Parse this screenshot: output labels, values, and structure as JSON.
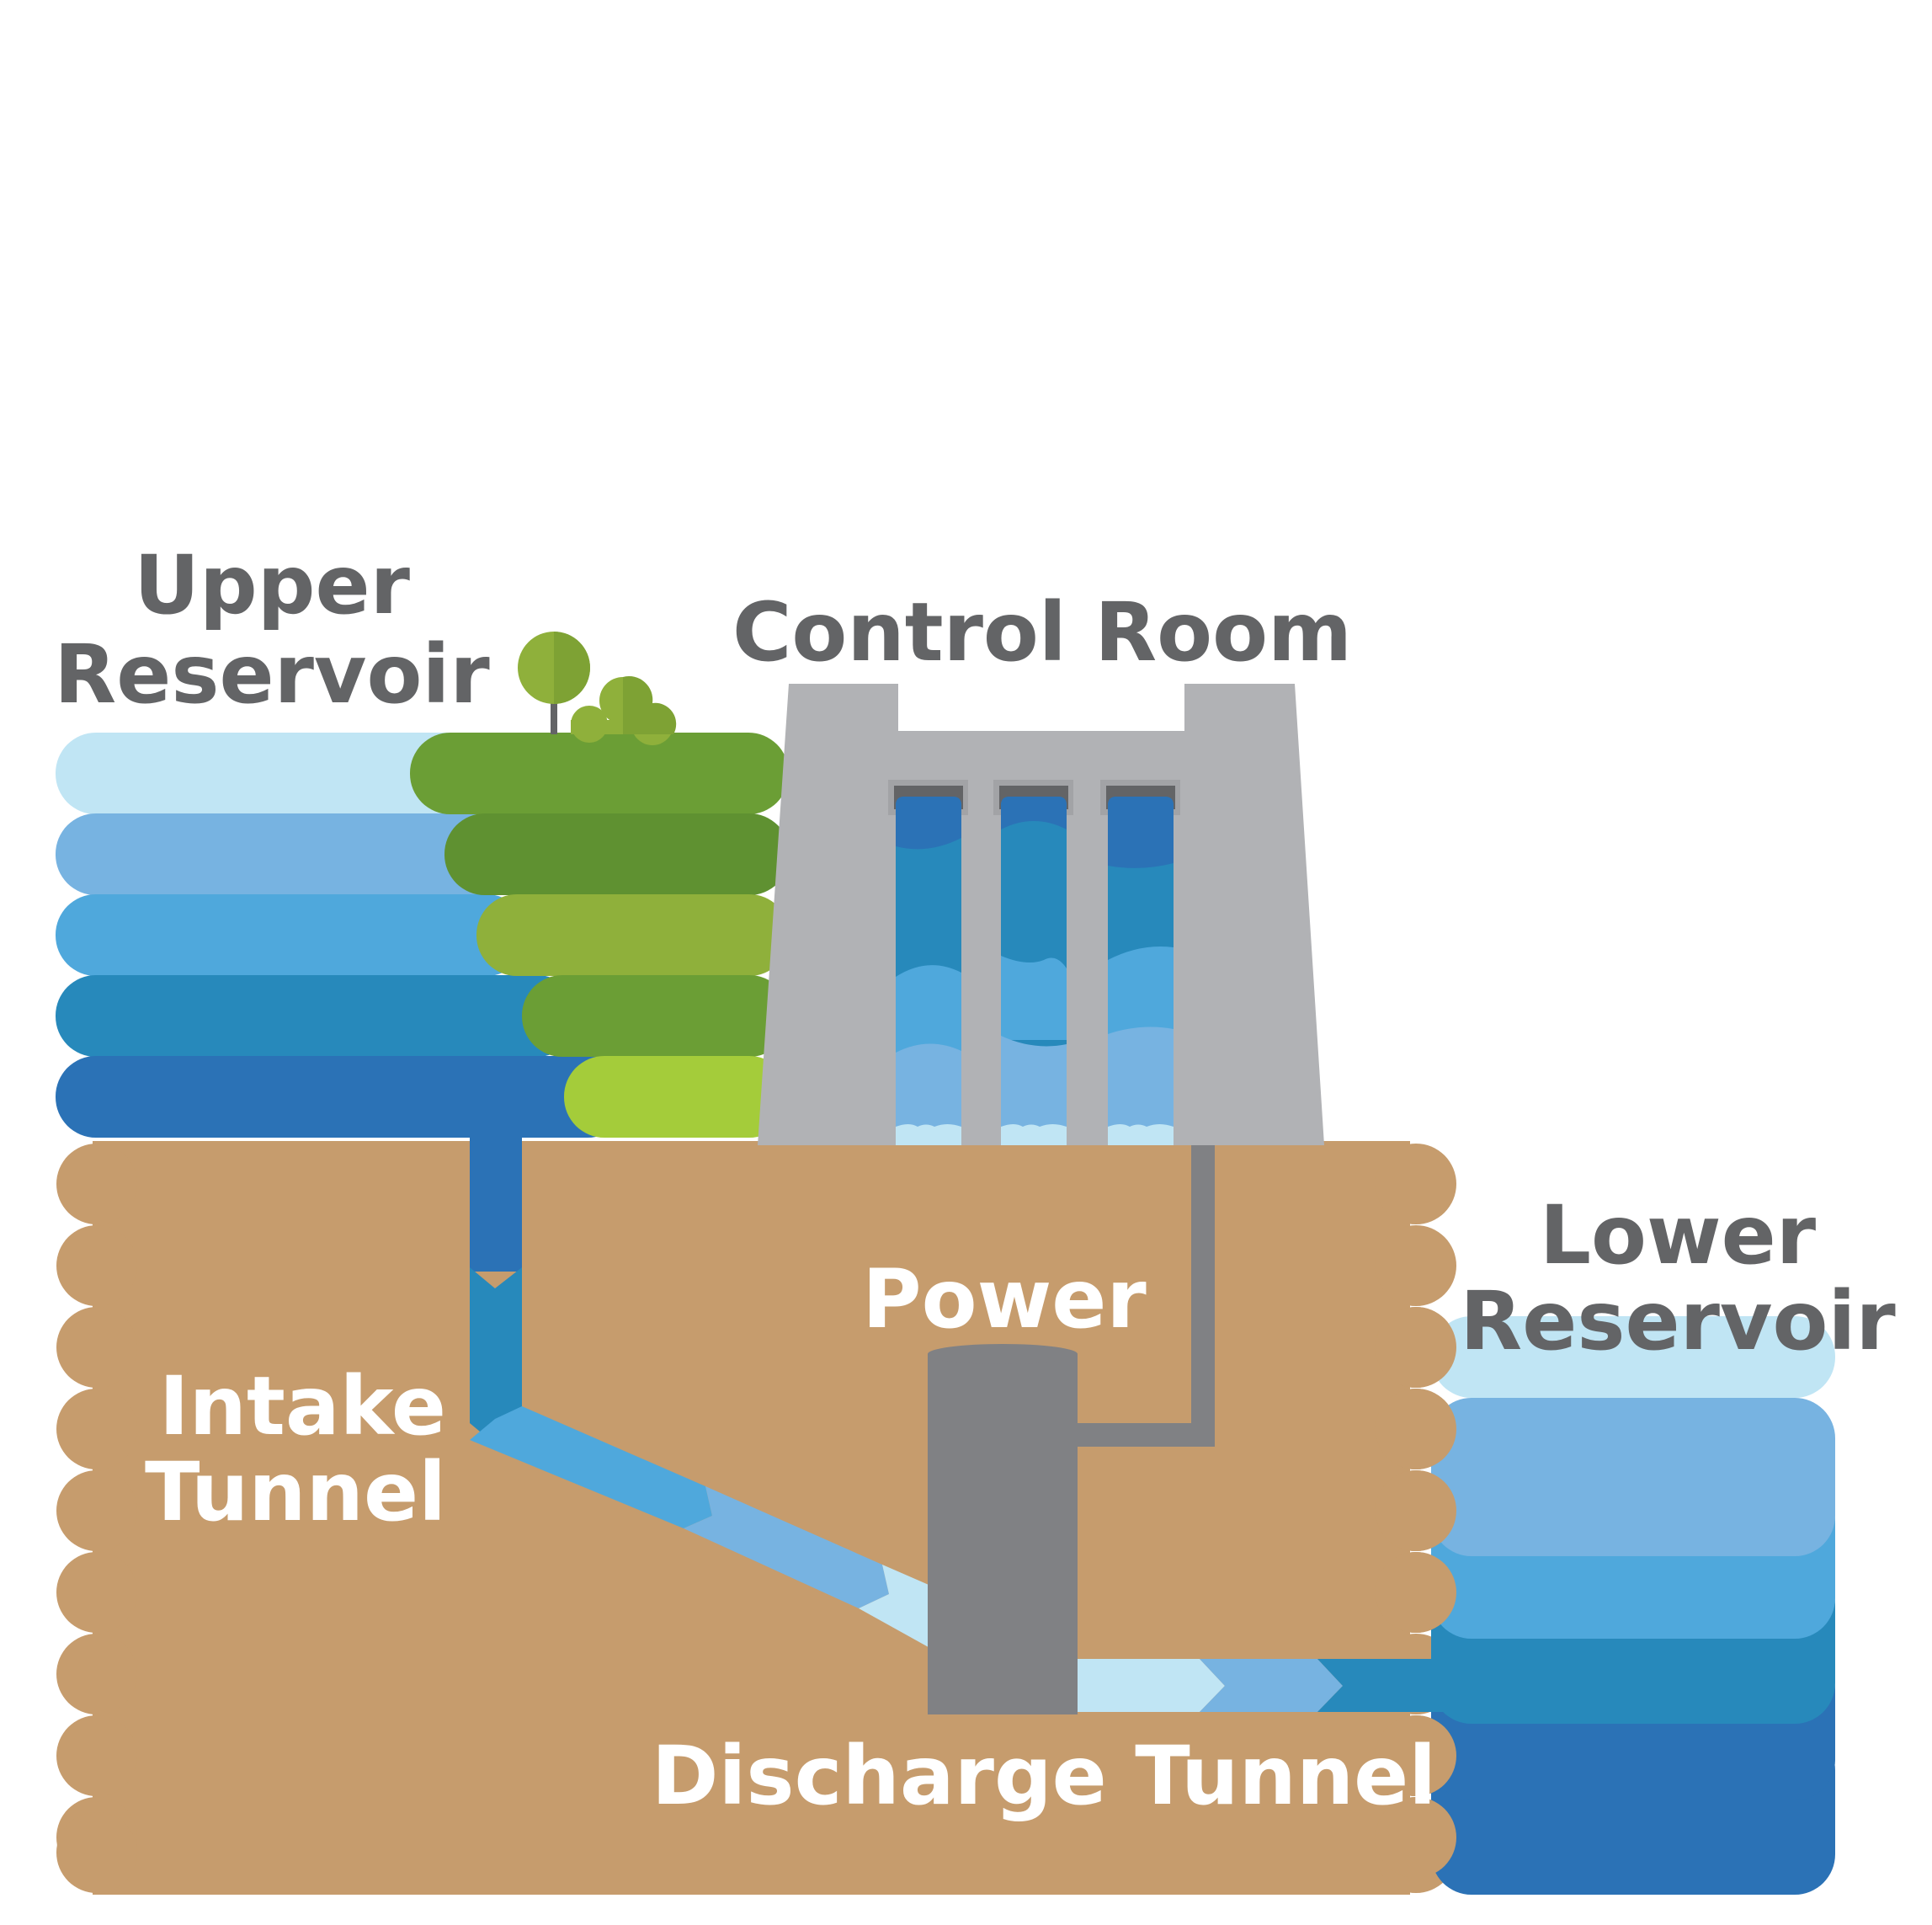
{
  "labels": {
    "upper_reservoir": [
      "Upper",
      "Reservoir"
    ],
    "control_room": "Control Room",
    "lower_reservoir": [
      "Lower",
      "Reservoir"
    ],
    "power": "Power",
    "intake_tunnel": [
      "Intake",
      "Tunnel"
    ],
    "discharge_tunnel": "Discharge Tunnel"
  },
  "colors": {
    "label_dark": "#636466",
    "label_light": "#ffffff",
    "earth": "#c69c6d",
    "concrete": "#b1b2b5",
    "turbine": "#808184",
    "water_1": "#c0e5f4",
    "water_2": "#77b3e1",
    "water_3": "#4fa8dc",
    "water_4": "#2789bb",
    "water_5": "#2b72b6",
    "grass_1": "#6b9e35",
    "grass_2": "#5f9131",
    "grass_3": "#8fb03b",
    "grass_4": "#6b9e35",
    "grass_5": "#a4cc3a",
    "tree": "#8fb03b"
  },
  "icons": {
    "tree": "tree-icon",
    "bush": "bush-icon"
  }
}
